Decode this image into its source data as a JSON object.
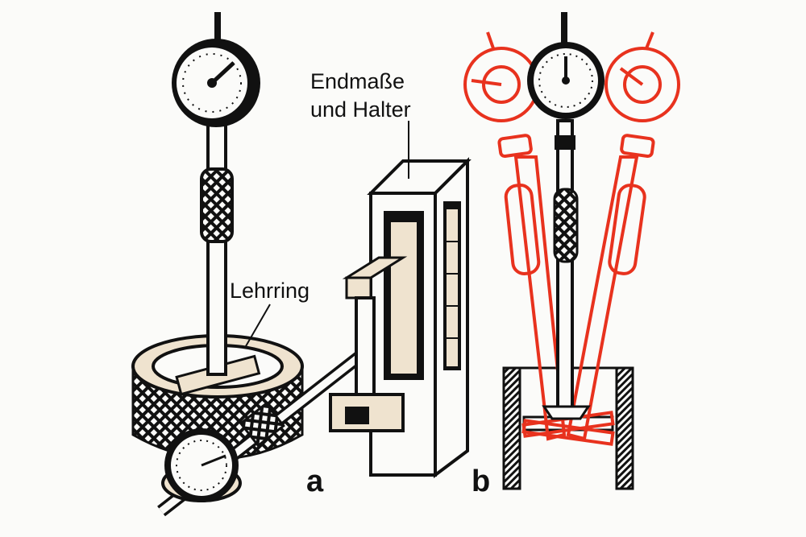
{
  "labels": {
    "endmasse_line1": "Endmaße",
    "endmasse_line2": "und Halter",
    "lehrring": "Lehrring",
    "part_a": "a",
    "part_b": "b"
  },
  "colors": {
    "ink": "#111111",
    "red": "#e8321e",
    "beige": "#efe3cf",
    "background": "#fbfbf9"
  }
}
